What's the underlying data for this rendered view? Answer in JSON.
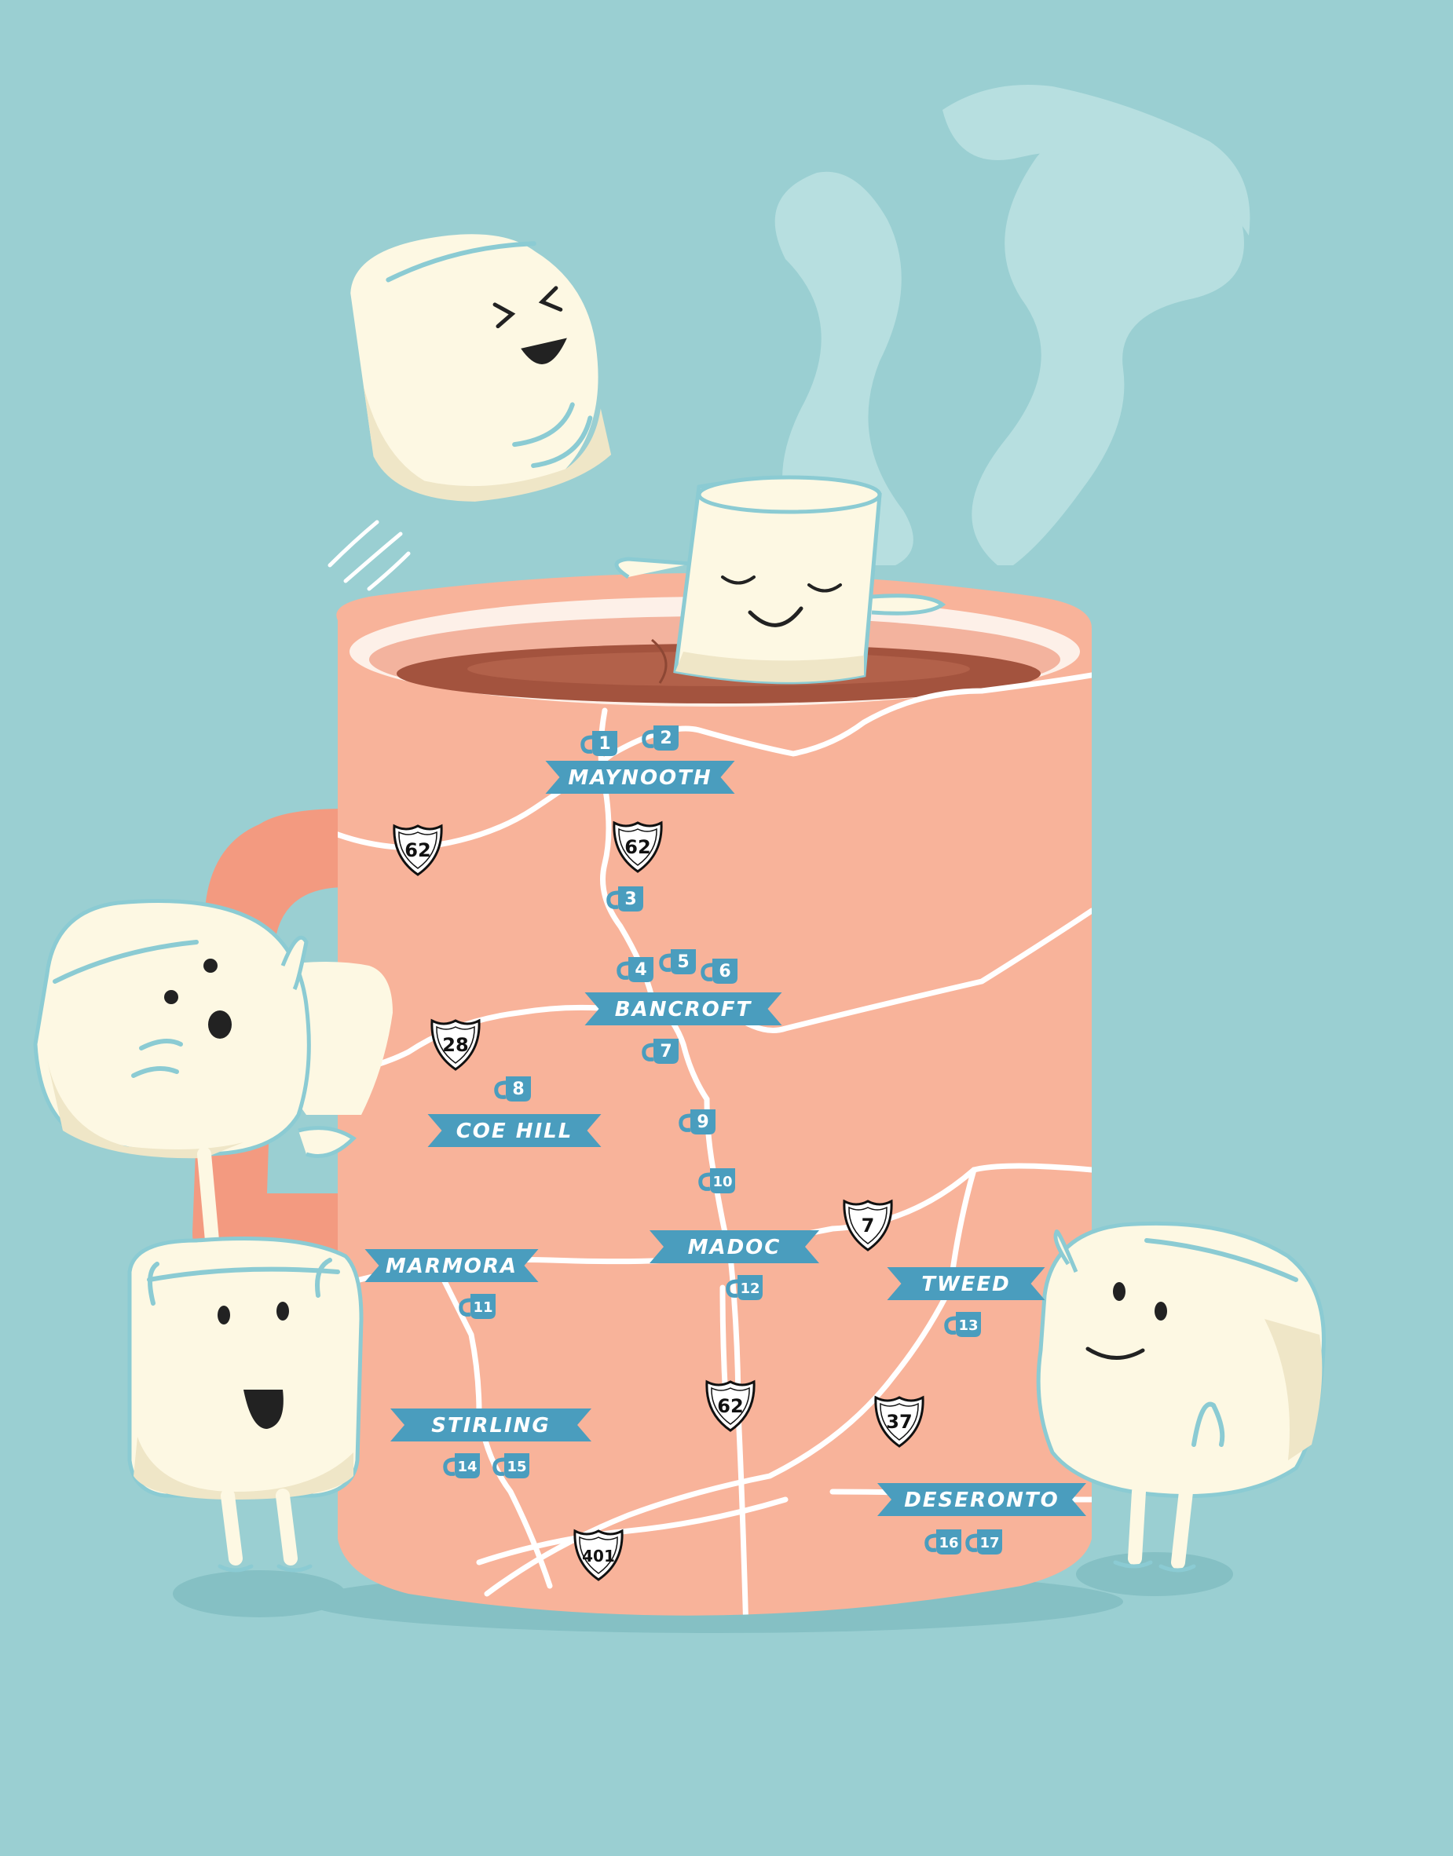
{
  "colors": {
    "background": "#9ACFD2",
    "mug": "#F8B39A",
    "mug_dark": "#F39A80",
    "cocoa": "#A3533E",
    "road": "#FFFFFF",
    "banner": "#4A9DBE",
    "banner_dark": "#2D7A99",
    "marshmallow": "#FDF8E3",
    "marshmallow_shade": "#EFE6C7",
    "outline_blue": "#8BCBD3",
    "steam": "#B7DFE0"
  },
  "towns": [
    {
      "id": "maynooth",
      "label": "MAYNOOTH"
    },
    {
      "id": "bancroft",
      "label": "BANCROFT"
    },
    {
      "id": "coe-hill",
      "label": "COE HILL"
    },
    {
      "id": "marmora",
      "label": "MARMORA"
    },
    {
      "id": "madoc",
      "label": "MADOC"
    },
    {
      "id": "tweed",
      "label": "TWEED"
    },
    {
      "id": "stirling",
      "label": "STIRLING"
    },
    {
      "id": "deseronto",
      "label": "DESERONTO"
    }
  ],
  "stops": [
    "1",
    "2",
    "3",
    "4",
    "5",
    "6",
    "7",
    "8",
    "9",
    "10",
    "11",
    "12",
    "13",
    "14",
    "15",
    "16",
    "17"
  ],
  "highways": [
    "62",
    "62",
    "28",
    "7",
    "62",
    "37",
    "401"
  ]
}
